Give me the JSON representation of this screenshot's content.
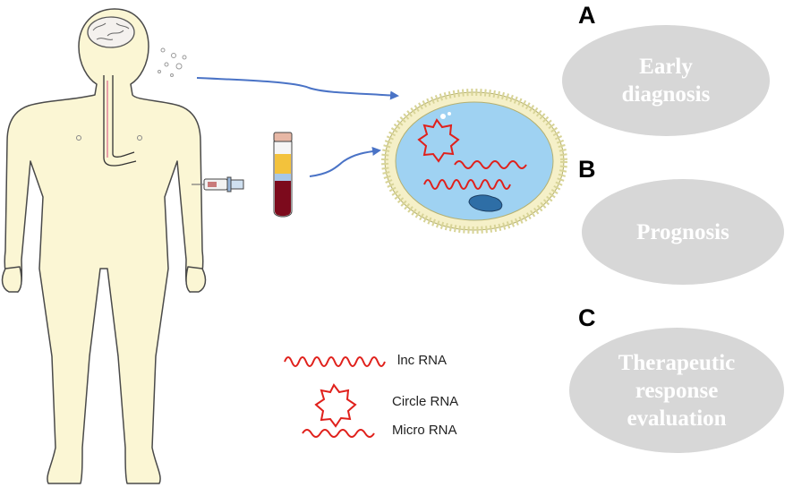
{
  "panels": [
    {
      "letter": "A",
      "outcome": "Early diagnosis"
    },
    {
      "letter": "B",
      "outcome": "Prognosis"
    },
    {
      "letter": "C",
      "outcome": "Therapeutic response evaluation"
    }
  ],
  "legend": {
    "lnc": "lnc RNA",
    "circle": "Circle RNA",
    "micro": "Micro RNA"
  },
  "colors": {
    "skin": "#fbf6d4",
    "rna": "#e0201b",
    "arrow": "#4a73c6",
    "ellipse": "#d7d7d7",
    "exosome_fill": "#9fd2f2",
    "membrane": "#c8c36a"
  }
}
